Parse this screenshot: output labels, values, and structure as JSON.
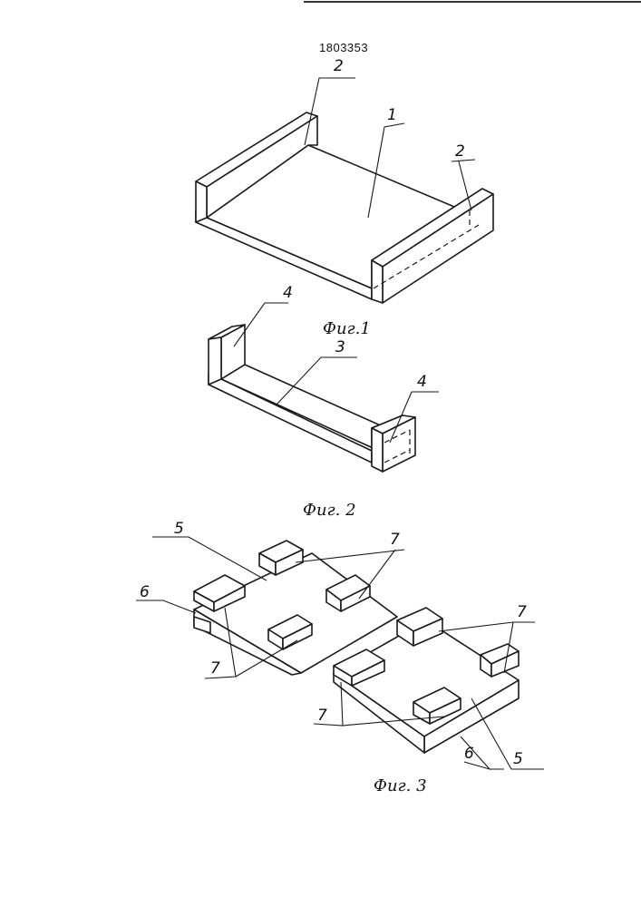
{
  "document": {
    "patent_number": "1803353"
  },
  "figures": [
    {
      "caption": "Фиг.1",
      "labels": [
        "1",
        "2",
        "2"
      ]
    },
    {
      "caption": "Фиг. 2",
      "labels": [
        "3",
        "4",
        "4"
      ]
    },
    {
      "caption": "Фиг. 3",
      "labels": [
        "5",
        "6",
        "7",
        "7",
        "7",
        "7",
        "6",
        "5"
      ]
    }
  ]
}
